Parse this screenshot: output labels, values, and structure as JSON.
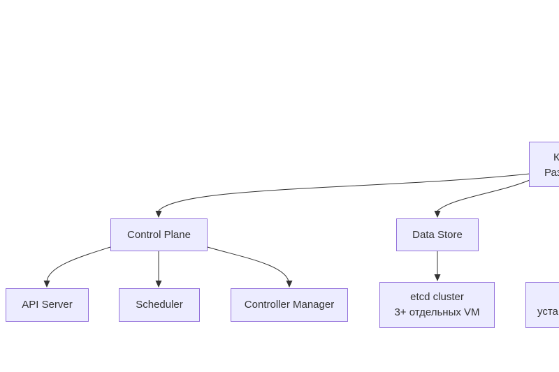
{
  "diagram": {
    "nodes": {
      "root": {
        "line1_fragment": "К",
        "line2_fragment": "Раз"
      },
      "control_plane": {
        "label": "Control Plane"
      },
      "data_store": {
        "label": "Data Store"
      },
      "api_server": {
        "label": "API Server"
      },
      "scheduler": {
        "label": "Scheduler"
      },
      "controller_manager": {
        "label": "Controller Manager"
      },
      "etcd": {
        "line1": "etcd cluster",
        "line2": "3+ отдельных VM"
      },
      "right_partial": {
        "fragment": "уста"
      }
    },
    "edges": [
      "root -> control_plane",
      "root -> data_store",
      "control_plane -> api_server",
      "control_plane -> scheduler",
      "control_plane -> controller_manager",
      "data_store -> etcd"
    ],
    "colors": {
      "background": "#FFFFFF",
      "node_fill": "#ECECFF",
      "node_border": "#9370DB",
      "edge": "#333333",
      "text": "#333333"
    }
  }
}
